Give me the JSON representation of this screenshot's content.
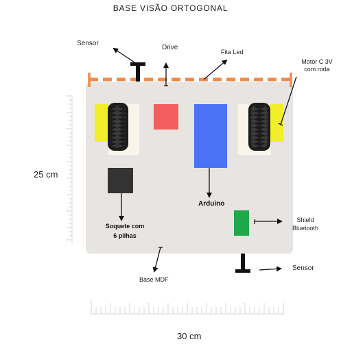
{
  "title": "BASE VISÃO ORTOGONAL",
  "labels": {
    "sensor_top": "Sensor",
    "drive": "Drive",
    "fita_led": "Fita Led",
    "motor_line1": "Motor C 3V",
    "motor_line2": "com roda",
    "arduino": "Arduino",
    "shield_line1": "Shield",
    "shield_line2": "Bluetooth",
    "soquete_line1": "Soquete com",
    "soquete_line2": "6 pilhas",
    "base": "Base MDF",
    "sensor_bottom": "Sensor",
    "height_dim": "25 cm",
    "width_dim": "30 cm"
  },
  "colors": {
    "base": "#e7e4e1",
    "led_strip": "#f08a4b",
    "drive": "#f25d5d",
    "arduino": "#4a73f5",
    "shield": "#1ea84a",
    "battery": "#333333",
    "motor": "#f3ee2a",
    "wheel_bg": "#faf5ea",
    "tire": "#1c1c1c",
    "ruler": "#dcdcdc"
  },
  "icons": [
    "sensor-t-icon",
    "wheel-icon",
    "arrow-icon"
  ]
}
